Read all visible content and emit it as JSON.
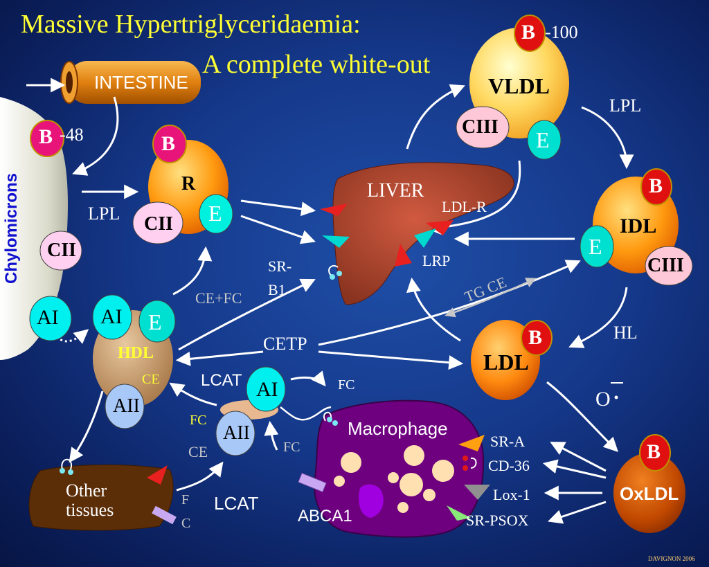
{
  "title": {
    "line1": "Massive Hypertriglyceridaemia:",
    "line2": "A complete white-out"
  },
  "colors": {
    "title": "#ffff33",
    "background": "#15388a",
    "apoB": "#e8147a",
    "apoB_red": "#e01010",
    "apoE": "#00e0d0",
    "apoCIII": "#ffc8d8",
    "apoCII": "#ffc8f0",
    "apoAI": "#00f0f0",
    "apoAII": "#a8c8f8",
    "liver": "#a0402a",
    "macrophage": "#6a0078",
    "hdl": "#c8a078",
    "arrow": "#ffffff"
  },
  "labels": {
    "intestine": "INTESTINE",
    "chylomicrons": "Chylomicrons",
    "b48_b": "B",
    "b48_num": "-48",
    "chylo_cii": "CII",
    "chylo_ai": "AI",
    "lpl_left": "LPL",
    "rem_b": "B",
    "rem_r": "R",
    "rem_cii": "CII",
    "rem_e": "E",
    "liver": "LIVER",
    "ldlr": "LDL-R",
    "lrp": "LRP",
    "srb1_a": "SR-",
    "srb1_b": "B1",
    "vldl": "VLDL",
    "vldl_b": "B",
    "vldl_num": "-100",
    "vldl_ciii": "CIII",
    "vldl_e": "E",
    "lpl_right": "LPL",
    "idl": "IDL",
    "idl_b": "B",
    "idl_e": "E",
    "idl_ciii": "CIII",
    "hl": "HL",
    "tg_ce": "TG CE",
    "ldl": "LDL",
    "ldl_b": "B",
    "oxidant": "O",
    "oxldl": "OxLDL",
    "oxldl_b": "B",
    "cefc": "CE+FC",
    "cetp": "CETP",
    "hdl": "HDL",
    "hdl_ce": "CE",
    "hdl_ai": "AI",
    "hdl_e": "E",
    "hdl_aii": "AII",
    "lcat_top": "LCAT",
    "lcat_bottom": "LCAT",
    "pre_ai": "AI",
    "pre_aii": "AII",
    "fc_left": "FC",
    "ce_left": "CE",
    "fc_top": "FC",
    "fc_mid": "FC",
    "macrophage": "Macrophage",
    "abca1": "ABCA1",
    "sra": "SR-A",
    "cd36": "CD-36",
    "lox1": "Lox-1",
    "srpsox": "SR-PSOX",
    "other_1": "Other",
    "other_2": "tissues",
    "f_letter": "F",
    "c_letter": "C",
    "credit": "DAVIGNON 2006"
  }
}
